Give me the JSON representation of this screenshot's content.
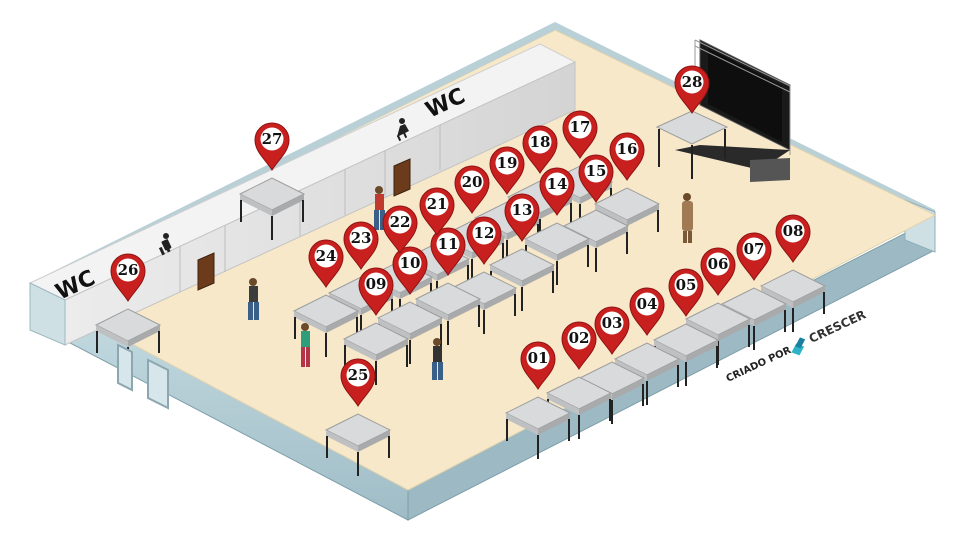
{
  "map": {
    "wc_left": "WC",
    "wc_right": "WC",
    "credit_prefix": "CRIADO POR",
    "credit_brand": "CRESCER"
  },
  "colors": {
    "floor": "#f6e8c9",
    "wall_glass": "#a9c6cf",
    "wall_dark": "#8fb0bb",
    "booth_roof": "#d9dadb",
    "pin_red": "#c8201f",
    "pin_white": "#ffffff"
  },
  "icons": {
    "male": "man-restroom-icon",
    "female": "woman-restroom-icon",
    "brand": "crescer-logo-icon"
  },
  "booths": [
    {
      "id": "01",
      "label": "01"
    },
    {
      "id": "02",
      "label": "02"
    },
    {
      "id": "03",
      "label": "03"
    },
    {
      "id": "04",
      "label": "04"
    },
    {
      "id": "05",
      "label": "05"
    },
    {
      "id": "06",
      "label": "06"
    },
    {
      "id": "07",
      "label": "07"
    },
    {
      "id": "08",
      "label": "08"
    },
    {
      "id": "09",
      "label": "09"
    },
    {
      "id": "10",
      "label": "10"
    },
    {
      "id": "11",
      "label": "11"
    },
    {
      "id": "12",
      "label": "12"
    },
    {
      "id": "13",
      "label": "13"
    },
    {
      "id": "14",
      "label": "14"
    },
    {
      "id": "15",
      "label": "15"
    },
    {
      "id": "16",
      "label": "16"
    },
    {
      "id": "17",
      "label": "17"
    },
    {
      "id": "18",
      "label": "18"
    },
    {
      "id": "19",
      "label": "19"
    },
    {
      "id": "20",
      "label": "20"
    },
    {
      "id": "21",
      "label": "21"
    },
    {
      "id": "22",
      "label": "22"
    },
    {
      "id": "23",
      "label": "23"
    },
    {
      "id": "24",
      "label": "24"
    },
    {
      "id": "25",
      "label": "25"
    },
    {
      "id": "26",
      "label": "26"
    },
    {
      "id": "27",
      "label": "27"
    },
    {
      "id": "28",
      "label": "28"
    }
  ]
}
